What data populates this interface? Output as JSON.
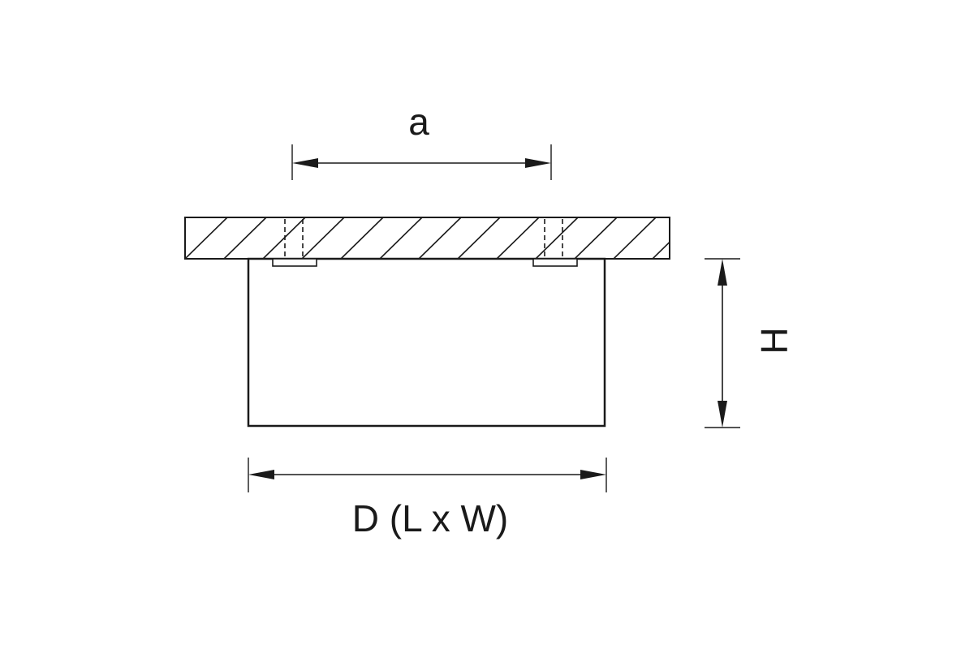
{
  "labels": {
    "a": "a",
    "height": "H",
    "diameter": "D (L x W)"
  },
  "colors": {
    "line": "#1a1a1a",
    "background": "#ffffff"
  }
}
